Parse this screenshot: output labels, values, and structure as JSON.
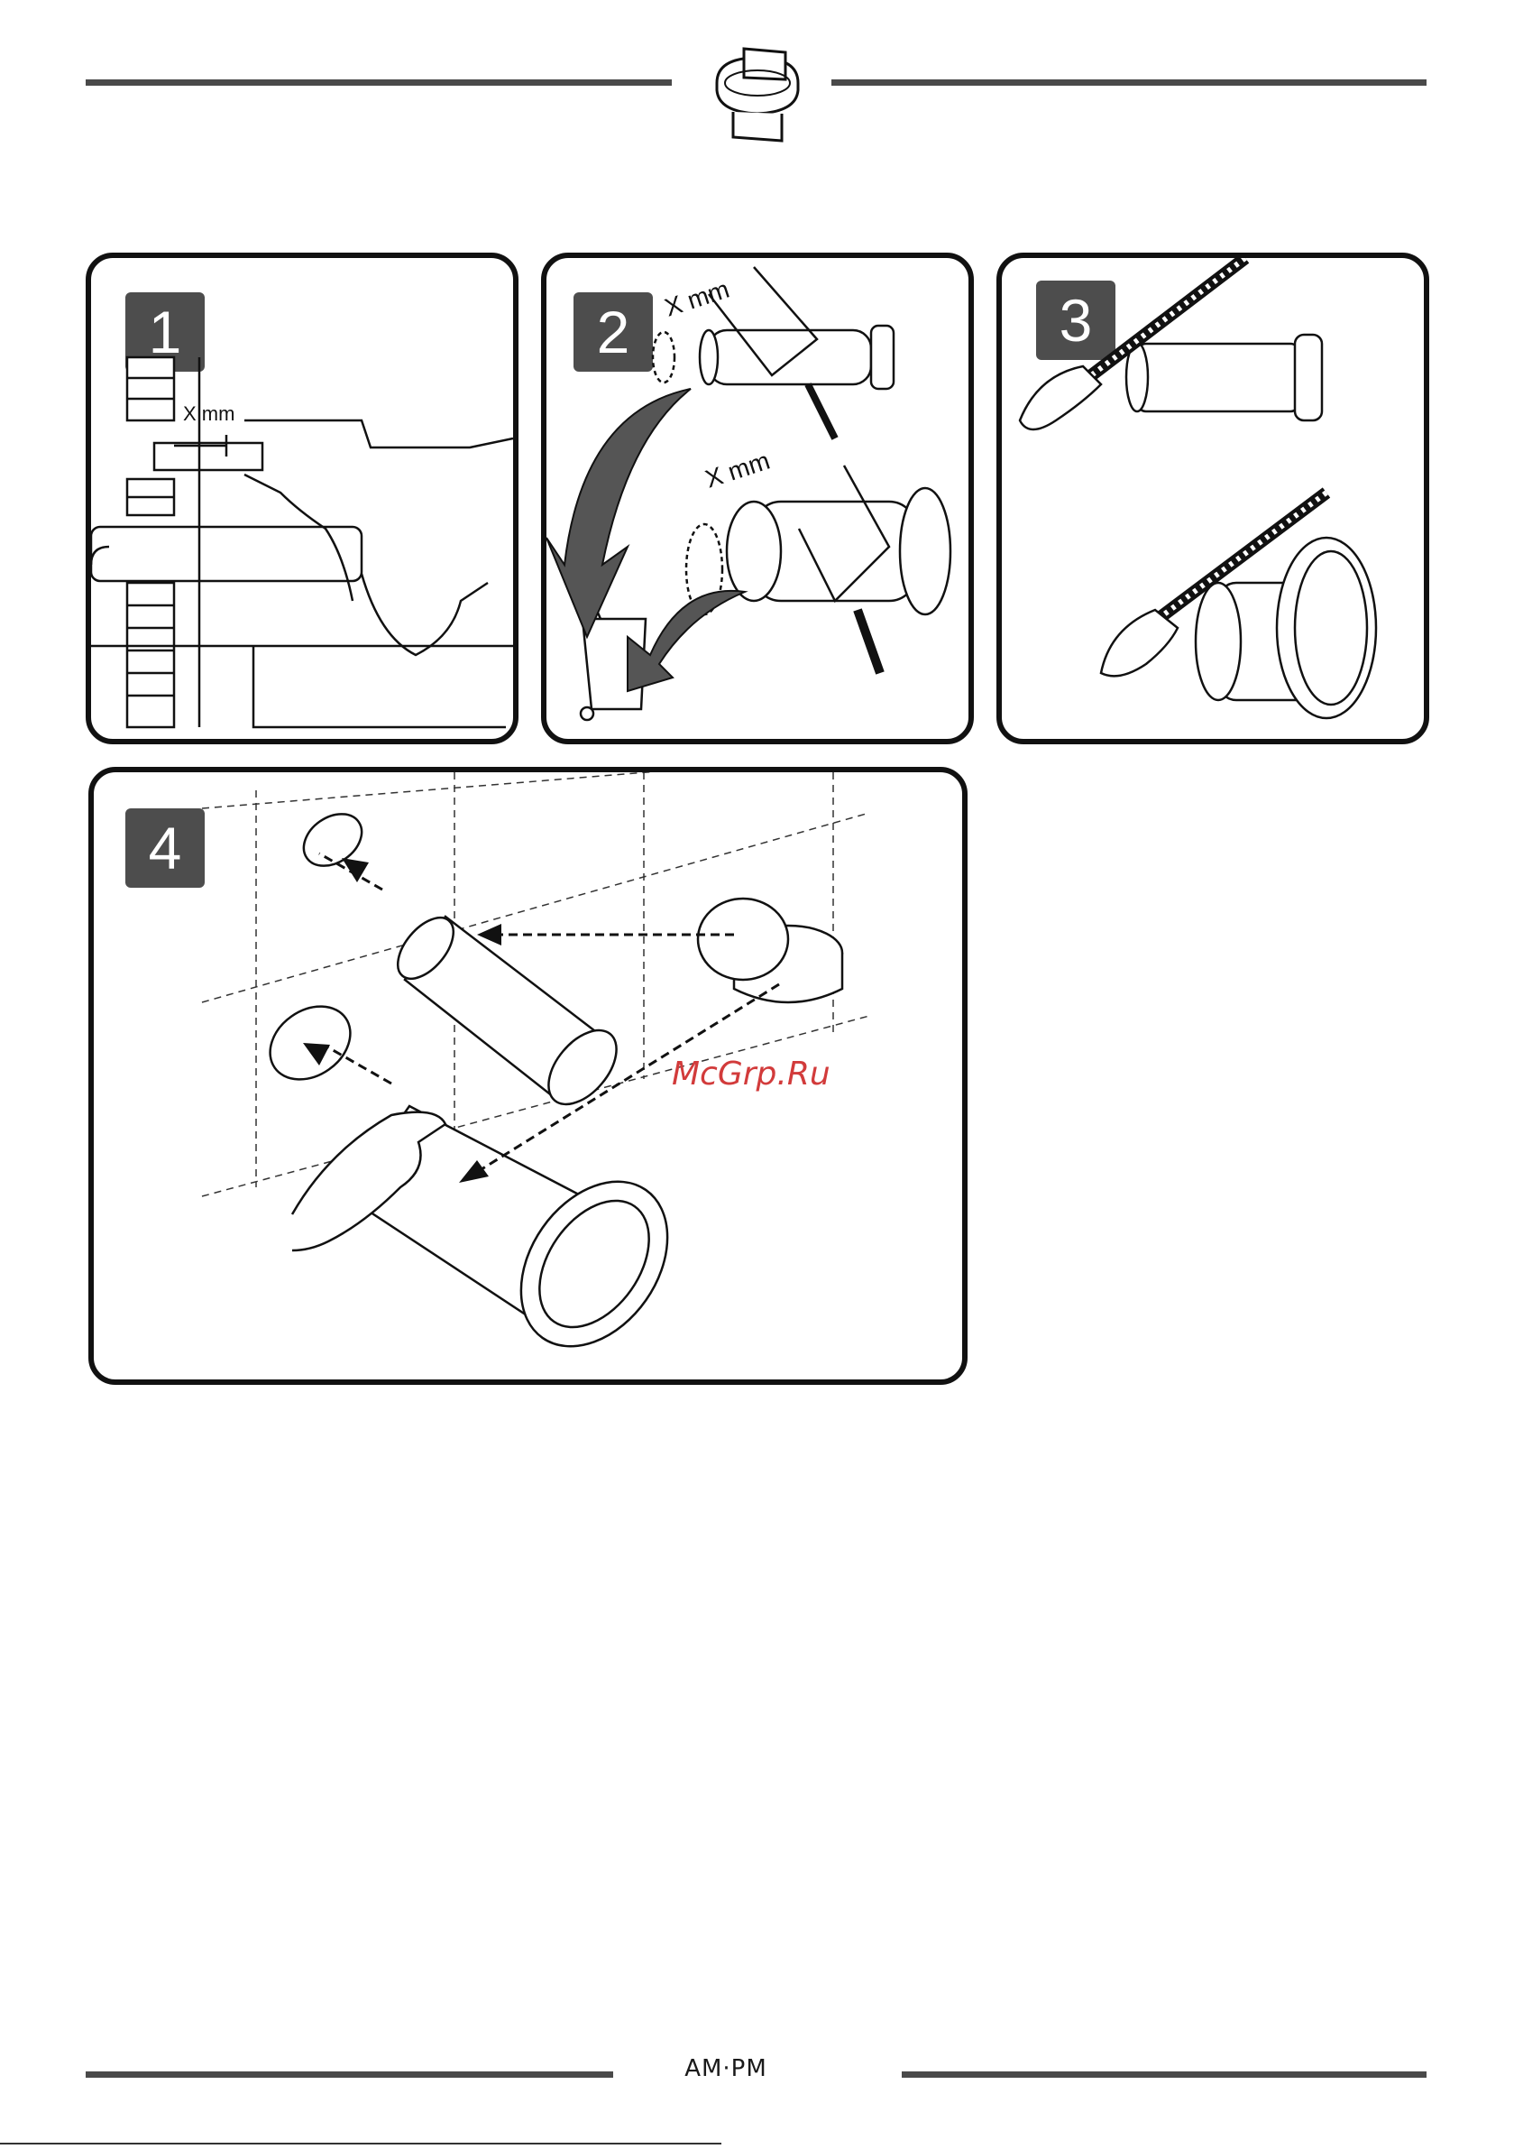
{
  "header": {
    "icon": "toilet-icon"
  },
  "panels": [
    {
      "number": "1",
      "dimension_label": "X mm"
    },
    {
      "number": "2",
      "dimension_label_top": "X mm",
      "dimension_label_bottom": "X mm"
    },
    {
      "number": "3"
    },
    {
      "number": "4"
    }
  ],
  "watermark": "McGrp.Ru",
  "footer": {
    "brand": "AM·PM"
  },
  "colors": {
    "rule": "#4a4a4a",
    "badge": "#4d4d4d",
    "watermark": "#d23b3b"
  }
}
